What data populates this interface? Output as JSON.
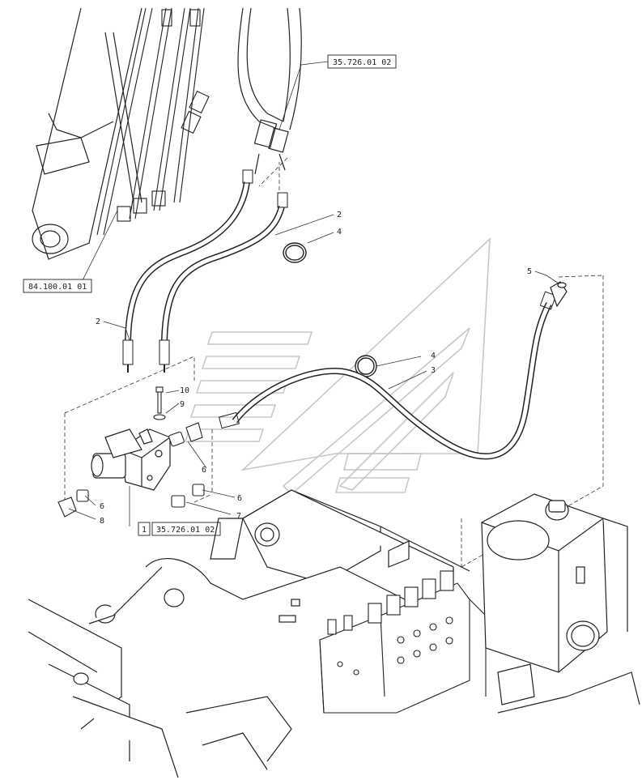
{
  "diagram": {
    "ref_boxes": {
      "top_right": "35.726.01 02",
      "left": "84.100.01 01",
      "bottom_prefix": "1",
      "bottom": "35.726.01 02"
    },
    "callouts": {
      "c2a": "2",
      "c4a": "4",
      "c5": "5",
      "c2b": "2",
      "c10": "10",
      "c9": "9",
      "c4b": "4",
      "c3": "3",
      "c6a": "6",
      "c6b": "6",
      "c6c": "6",
      "c7": "7",
      "c8": "8"
    }
  }
}
